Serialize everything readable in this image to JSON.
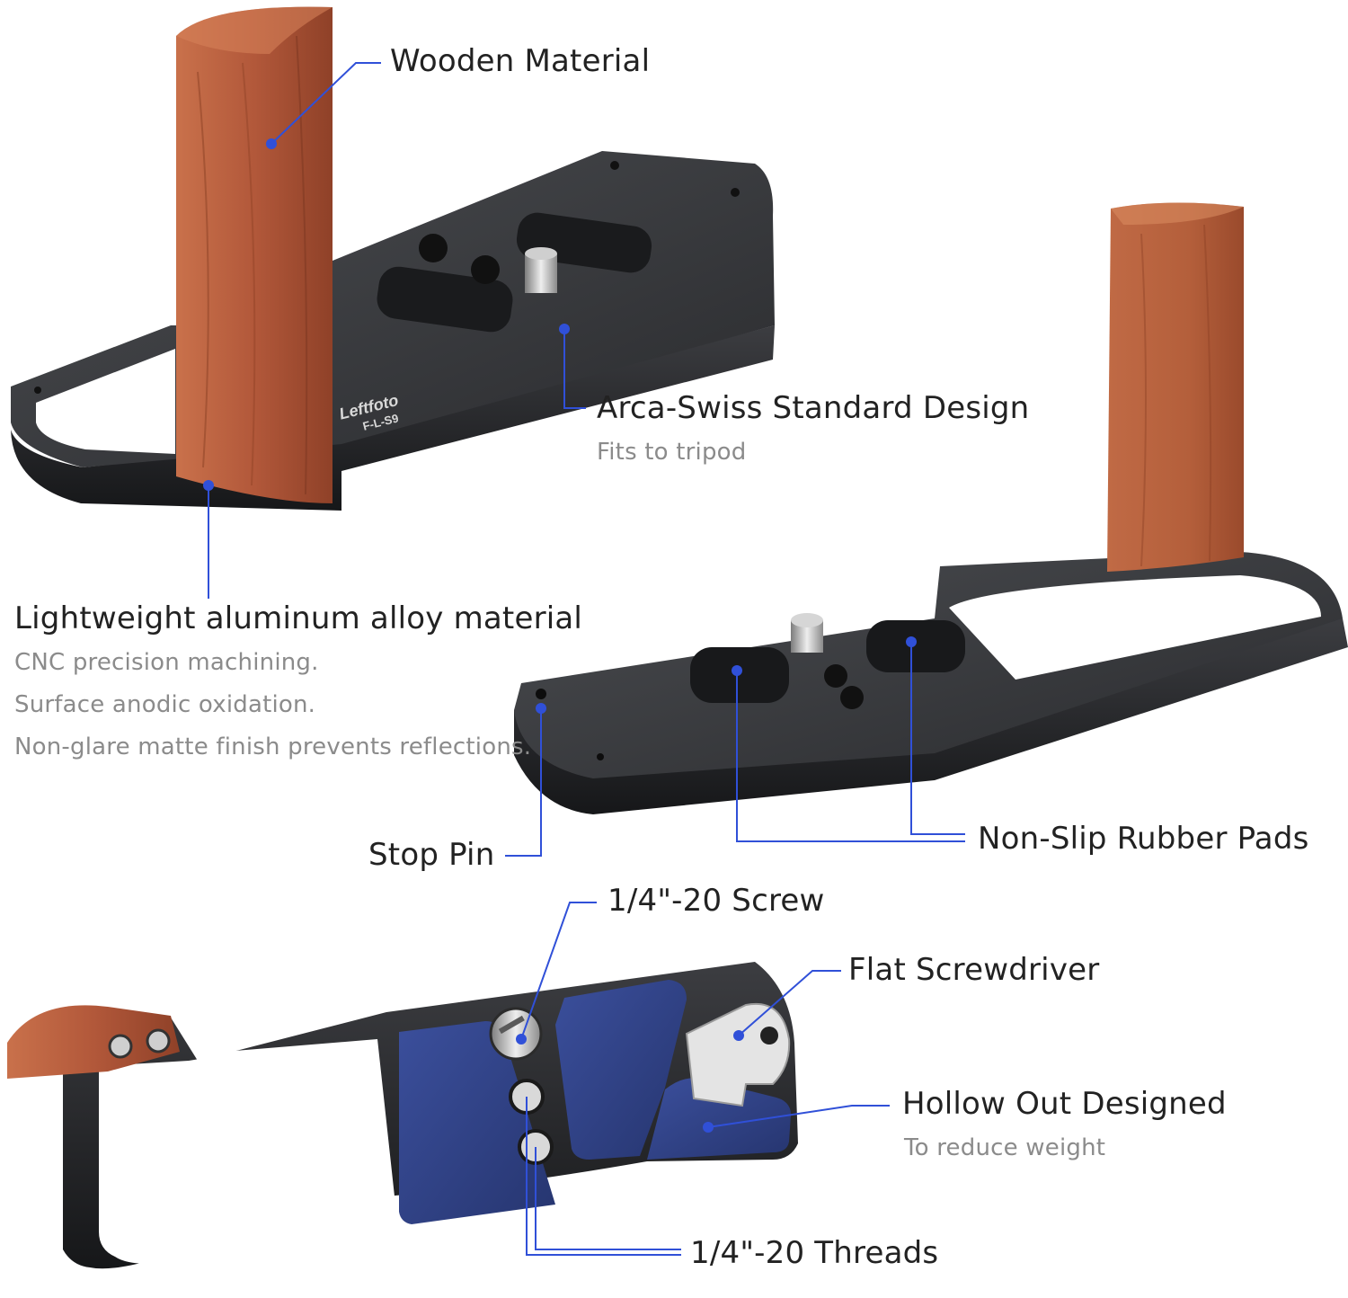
{
  "brand": {
    "logo_text": "Leftfoto",
    "model": "F-L-S9"
  },
  "callouts": {
    "wooden_material": "Wooden Material",
    "arca_swiss": {
      "title": "Arca-Swiss Standard Design",
      "subtitle": "Fits to tripod"
    },
    "aluminum": {
      "title": "Lightweight aluminum alloy material",
      "lines": [
        "CNC precision machining.",
        "Surface anodic oxidation.",
        "Non-glare matte finish prevents reflections."
      ]
    },
    "stop_pin": "Stop Pin",
    "rubber_pads": "Non-Slip Rubber Pads",
    "screw": "1/4\"-20 Screw",
    "screwdriver": "Flat Screwdriver",
    "hollow_out": {
      "title": "Hollow Out Designed",
      "subtitle": "To reduce weight"
    },
    "threads": "1/4\"-20 Threads"
  },
  "colors": {
    "callout_line": "#3050d8",
    "wood": "#b5603e",
    "metal": "#2a2b2e",
    "pocket_blue": "#2e3f86"
  }
}
